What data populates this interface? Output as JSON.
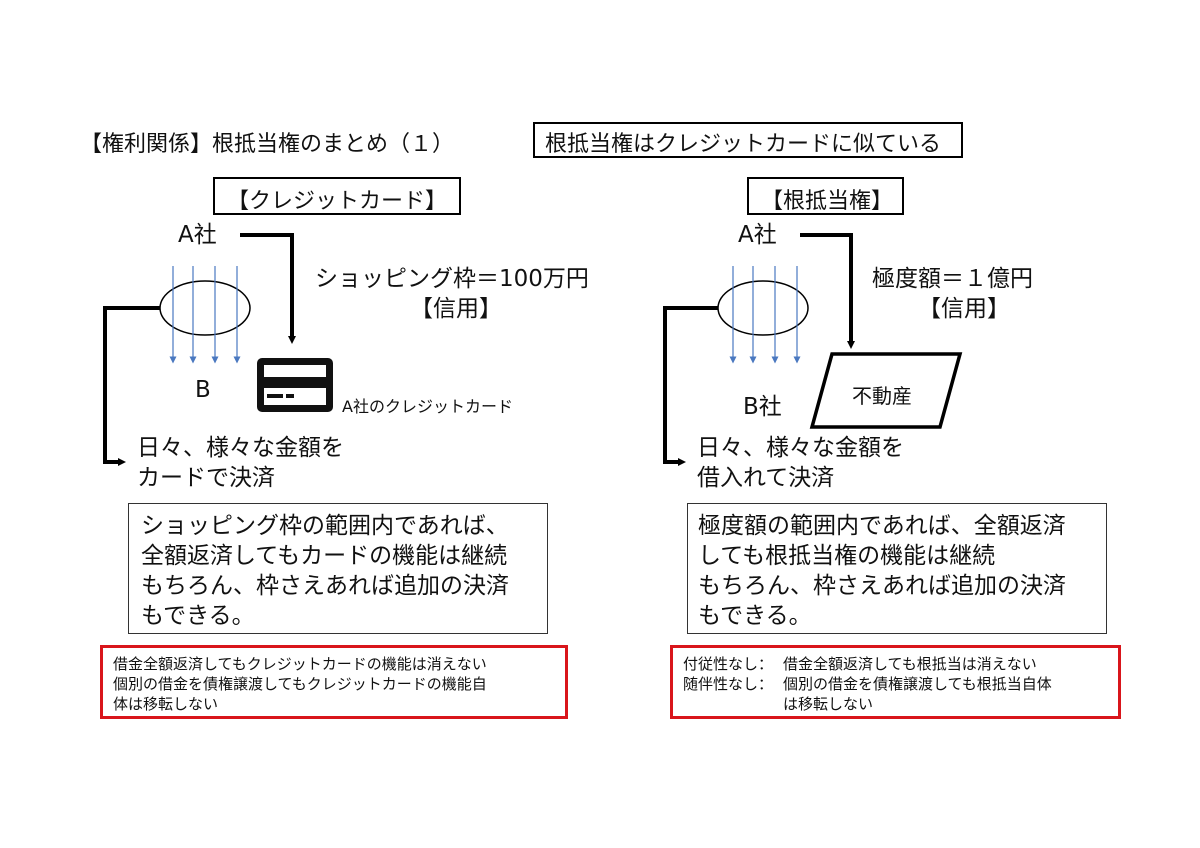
{
  "title": "【権利関係】根抵当権のまとめ（１）",
  "subtitle": "根抵当権はクレジットカードに似ている",
  "left": {
    "heading": "【クレジットカード】",
    "company_a": "A社",
    "limit": "ショッピング枠＝100万円",
    "credit": "【信用】",
    "company_b": "B",
    "card_label": "A社のクレジットカード",
    "usage": [
      "日々、様々な金額を",
      "カードで決済"
    ],
    "explanation": [
      "ショッピング枠の範囲内であれば、",
      "全額返済してもカードの機能は継続",
      "もちろん、枠さえあれば追加の決済",
      "もできる。"
    ],
    "notes": [
      "借金全額返済してもクレジットカードの機能は消えない",
      "個別の借金を債権譲渡してもクレジットカードの機能自",
      "体は移転しない"
    ]
  },
  "right": {
    "heading": "【根抵当権】",
    "company_a": "A社",
    "limit": "極度額＝１億円",
    "credit": "【信用】",
    "company_b": "B社",
    "collateral": "不動産",
    "usage": [
      "日々、様々な金額を",
      "借入れて決済"
    ],
    "explanation": [
      "極度額の範囲内であれば、全額返済",
      "しても根抵当権の機能は継続",
      "もちろん、枠さえあれば追加の決済",
      "もできる。"
    ],
    "notes": [
      {
        "label": "付従性なし：",
        "text": "借金全額返済しても根抵当は消えない"
      },
      {
        "label": "随伴性なし：",
        "text": "個別の借金を債権譲渡しても根抵当自体"
      },
      {
        "label": "",
        "text": "は移転しない"
      }
    ]
  },
  "colors": {
    "accent_red": "#d9151b",
    "flow_blue": "#4a78c0"
  }
}
